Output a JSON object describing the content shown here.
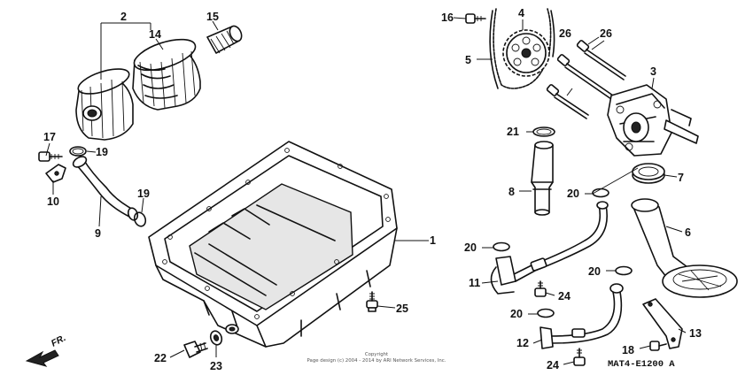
{
  "part_labels": {
    "p1": "1",
    "p2": "2",
    "p3": "3",
    "p4": "4",
    "p5": "5",
    "p6": "6",
    "p7": "7",
    "p8": "8",
    "p9": "9",
    "p10": "10",
    "p11": "11",
    "p12": "12",
    "p13": "13",
    "p14": "14",
    "p15": "15",
    "p16": "16",
    "p17": "17",
    "p18": "18",
    "p19a": "19",
    "p19b": "19",
    "p20a": "20",
    "p20b": "20",
    "p20c": "20",
    "p20d": "20",
    "p21": "21",
    "p22": "22",
    "p23": "23",
    "p24a": "24",
    "p24b": "24",
    "p25": "25",
    "p26a": "26",
    "p26b": "26"
  },
  "direction_label": "FR.",
  "diagram_code": "MAT4-E1200 A",
  "copyright": {
    "line1": "Copyright",
    "line2": "Page design (c) 2004 - 2014 by ARI Network Services, Inc."
  }
}
